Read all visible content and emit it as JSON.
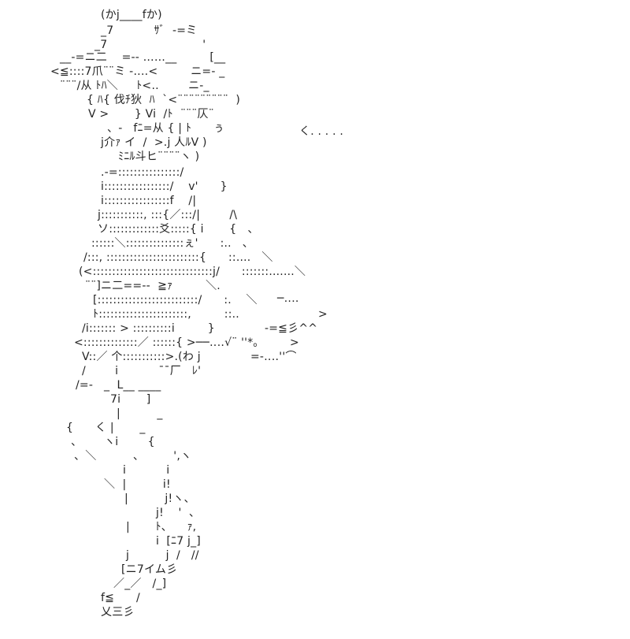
{
  "art": {
    "lines": [
      "(かj____fか)",
      "_7           ｻﾞ  -=ミ",
      "_7                          '",
      "__-=ニ二    =-‐ ……__         [__",
      "<≦::::7爪¨¨ミ -‥‥<         ニ=- _",
      "¨¨¨/从 ﾄﾊ＼     ﾄ<‥        ニ-_",
      "{ ﾊ{ 伐ﾁ狄  ﾊ  `<¨¨¨¨¨¨¨¨¨  )",
      "V >       } Vi  /ﾄ  ¨¨¨仄¨",
      "、-   fﾆ=从 { | ﾄ      ぅ",
      "j介ｧ イ  /  >.j 人ﾙV )",
      "ﾐﾆﾙ斗ヒ¨¨¨¨ヽ )",
      ".-=::::::::::::::::/",
      "i:::::::::::::::::/    v'      }",
      "i:::::::::::::::::f    /|",
      "j:::::::::::, :::{／:::/|        /\\",
      "ソ:::::::::::::爻:::::{ i       {   、",
      "::::::＼:::::::::::::::ぇ'      :..   、",
      "/:::, ::::::::::::::::::::::::{      ::....   ＼",
      "(<:::::::::::::::::::::::::::::::j/      :::::::.......＼",
      "¨¨]ニ二==--  ≧ｧ         ＼.",
      "[::::::::::::::::::::::::::/      :.    ＼",
      "ﾄ:::::::::::::::::::::::,         ::..",
      "/i::::::: > ::::::::::i         }",
      "<::::::::::::::／ ::::::{ >──‥‥√¨ ''*｡",
      "V::／ 个:::::::::::>.(わ j",
      "/        i           ¯¯厂   ﾚ'",
      "/=-   _  L__ ____",
      "7i       ]",
      "|          _",
      "{      く |       _",
      "、      ヽi        {",
      "、＼          、        ',ヽ",
      "i           i",
      "＼  |          i!",
      "|          j!ヽ、",
      "j!    '  、",
      "|       ﾄ、    ｧ,",
      "i  [ﾆ7 j_]",
      "j          j  /   //",
      "[ニ7イム彡",
      "／_／   /_]",
      "f≦      /",
      "乂三彡"
    ],
    "extras": [
      "く. . . . .",
      "─‥‥",
      ">",
      "-=≦彡^^",
      ">",
      "=-‥‥''⌒"
    ]
  }
}
